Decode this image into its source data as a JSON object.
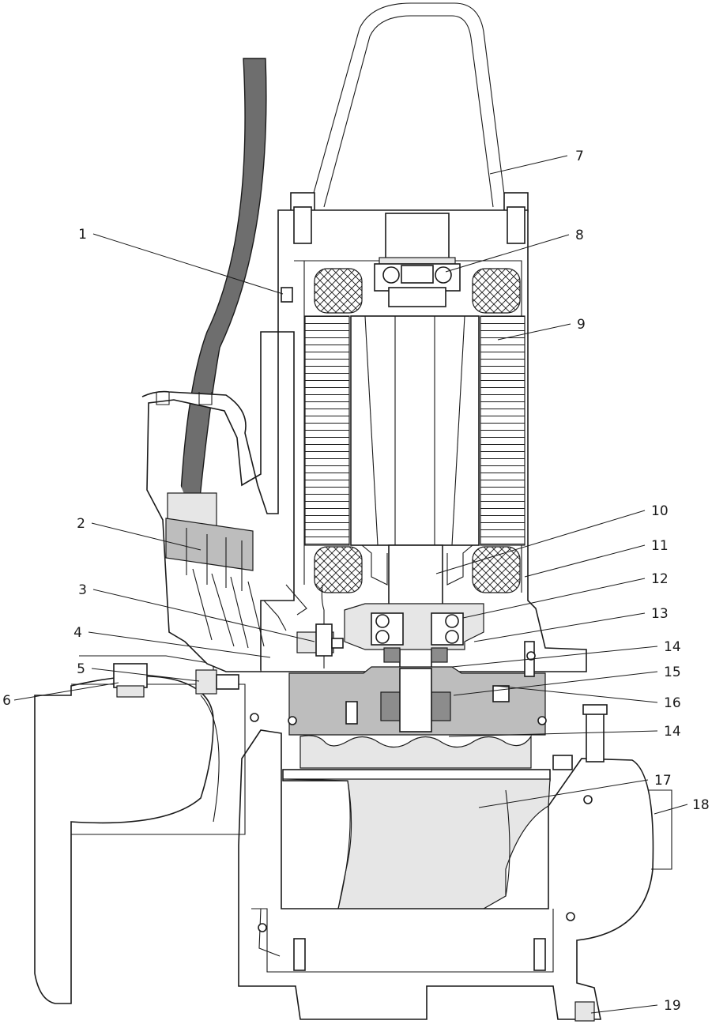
{
  "figure": {
    "callouts": [
      {
        "id": "1",
        "label": "1"
      },
      {
        "id": "2",
        "label": "2"
      },
      {
        "id": "3",
        "label": "3"
      },
      {
        "id": "4",
        "label": "4"
      },
      {
        "id": "5",
        "label": "5"
      },
      {
        "id": "6",
        "label": "6"
      },
      {
        "id": "7",
        "label": "7"
      },
      {
        "id": "8",
        "label": "8"
      },
      {
        "id": "9",
        "label": "9"
      },
      {
        "id": "10",
        "label": "10"
      },
      {
        "id": "11",
        "label": "11"
      },
      {
        "id": "12",
        "label": "12"
      },
      {
        "id": "13",
        "label": "13"
      },
      {
        "id": "14a",
        "label": "14"
      },
      {
        "id": "15",
        "label": "15"
      },
      {
        "id": "16",
        "label": "16"
      },
      {
        "id": "14b",
        "label": "14"
      },
      {
        "id": "17",
        "label": "17"
      },
      {
        "id": "18",
        "label": "18"
      },
      {
        "id": "19",
        "label": "19"
      }
    ]
  },
  "colors": {
    "line": "#1a1a1a",
    "cable": "#6e6e6e",
    "light_fill": "#e6e6e6",
    "medium_fill": "#bdbdbd",
    "dark_fill": "#8c8c8c"
  }
}
